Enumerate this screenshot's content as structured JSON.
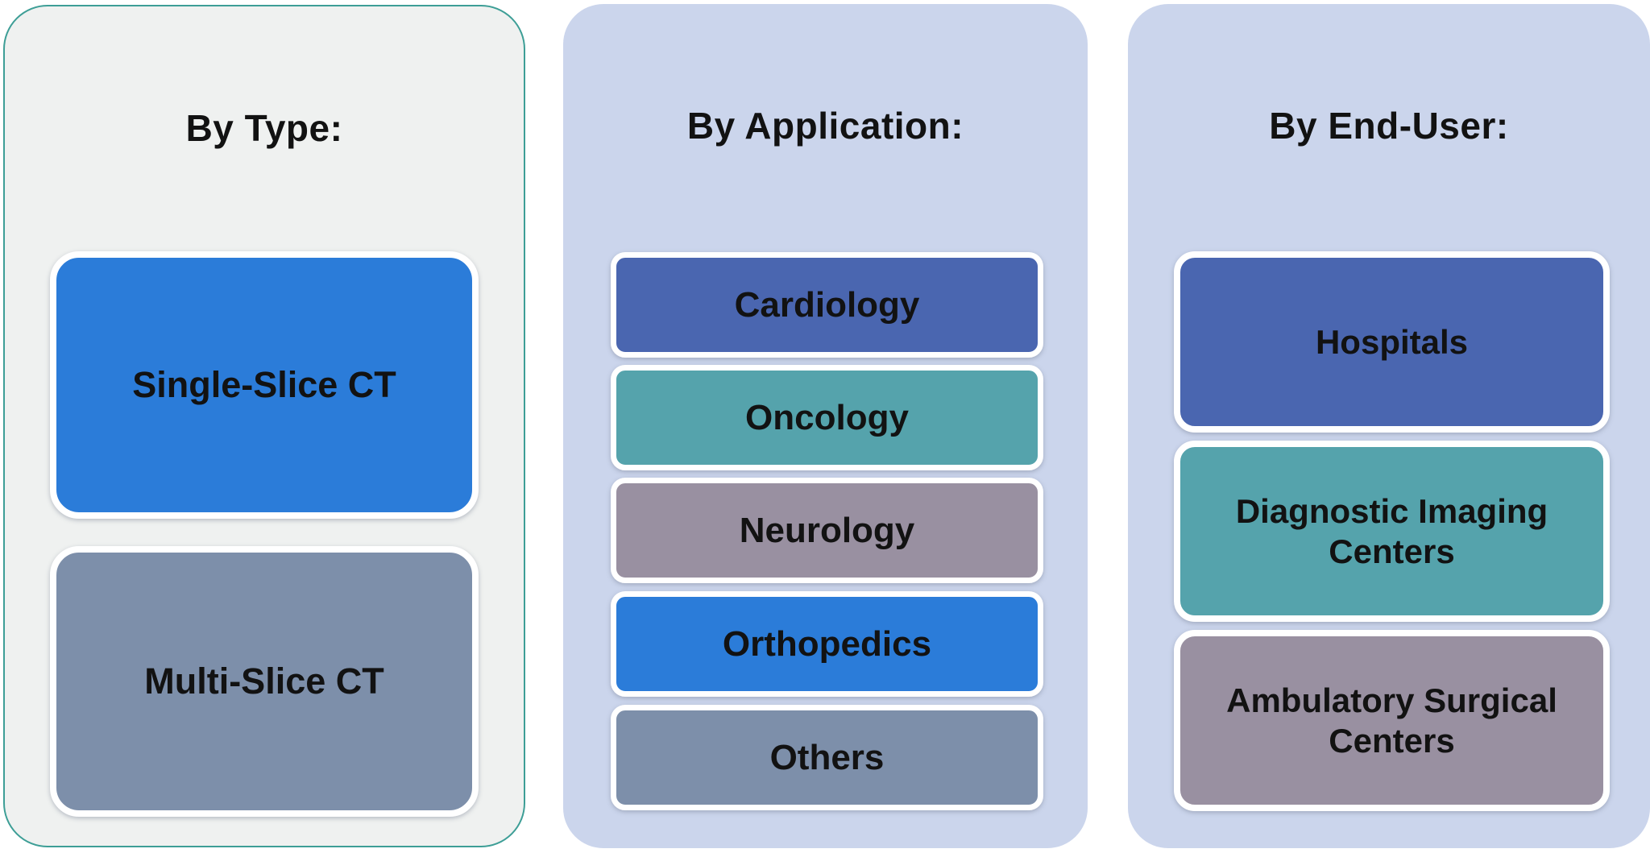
{
  "diagram": {
    "background": "#FFFFFF",
    "panels": [
      {
        "title": "By Type:",
        "bg": "#EFF1F0",
        "border_color": "#3D9E96",
        "items": [
          {
            "label": "Single-Slice CT",
            "color": "#2B7CD9"
          },
          {
            "label": "Multi-Slice CT",
            "color": "#7D8FAA"
          }
        ]
      },
      {
        "title": "By Application:",
        "bg": "#CBD5EC",
        "items": [
          {
            "label": "Cardiology",
            "color": "#4A66B0"
          },
          {
            "label": "Oncology",
            "color": "#55A3AC"
          },
          {
            "label": "Neurology",
            "color": "#9990A1"
          },
          {
            "label": "Orthopedics",
            "color": "#2B7CD9"
          },
          {
            "label": "Others",
            "color": "#7D8FAA"
          }
        ]
      },
      {
        "title": "By End-User:",
        "bg": "#CBD5EC",
        "items": [
          {
            "label": "Hospitals",
            "color": "#4A66B0"
          },
          {
            "label": "Diagnostic Imaging Centers",
            "color": "#55A3AC"
          },
          {
            "label": "Ambulatory Surgical Centers",
            "color": "#9990A1"
          }
        ]
      }
    ]
  }
}
